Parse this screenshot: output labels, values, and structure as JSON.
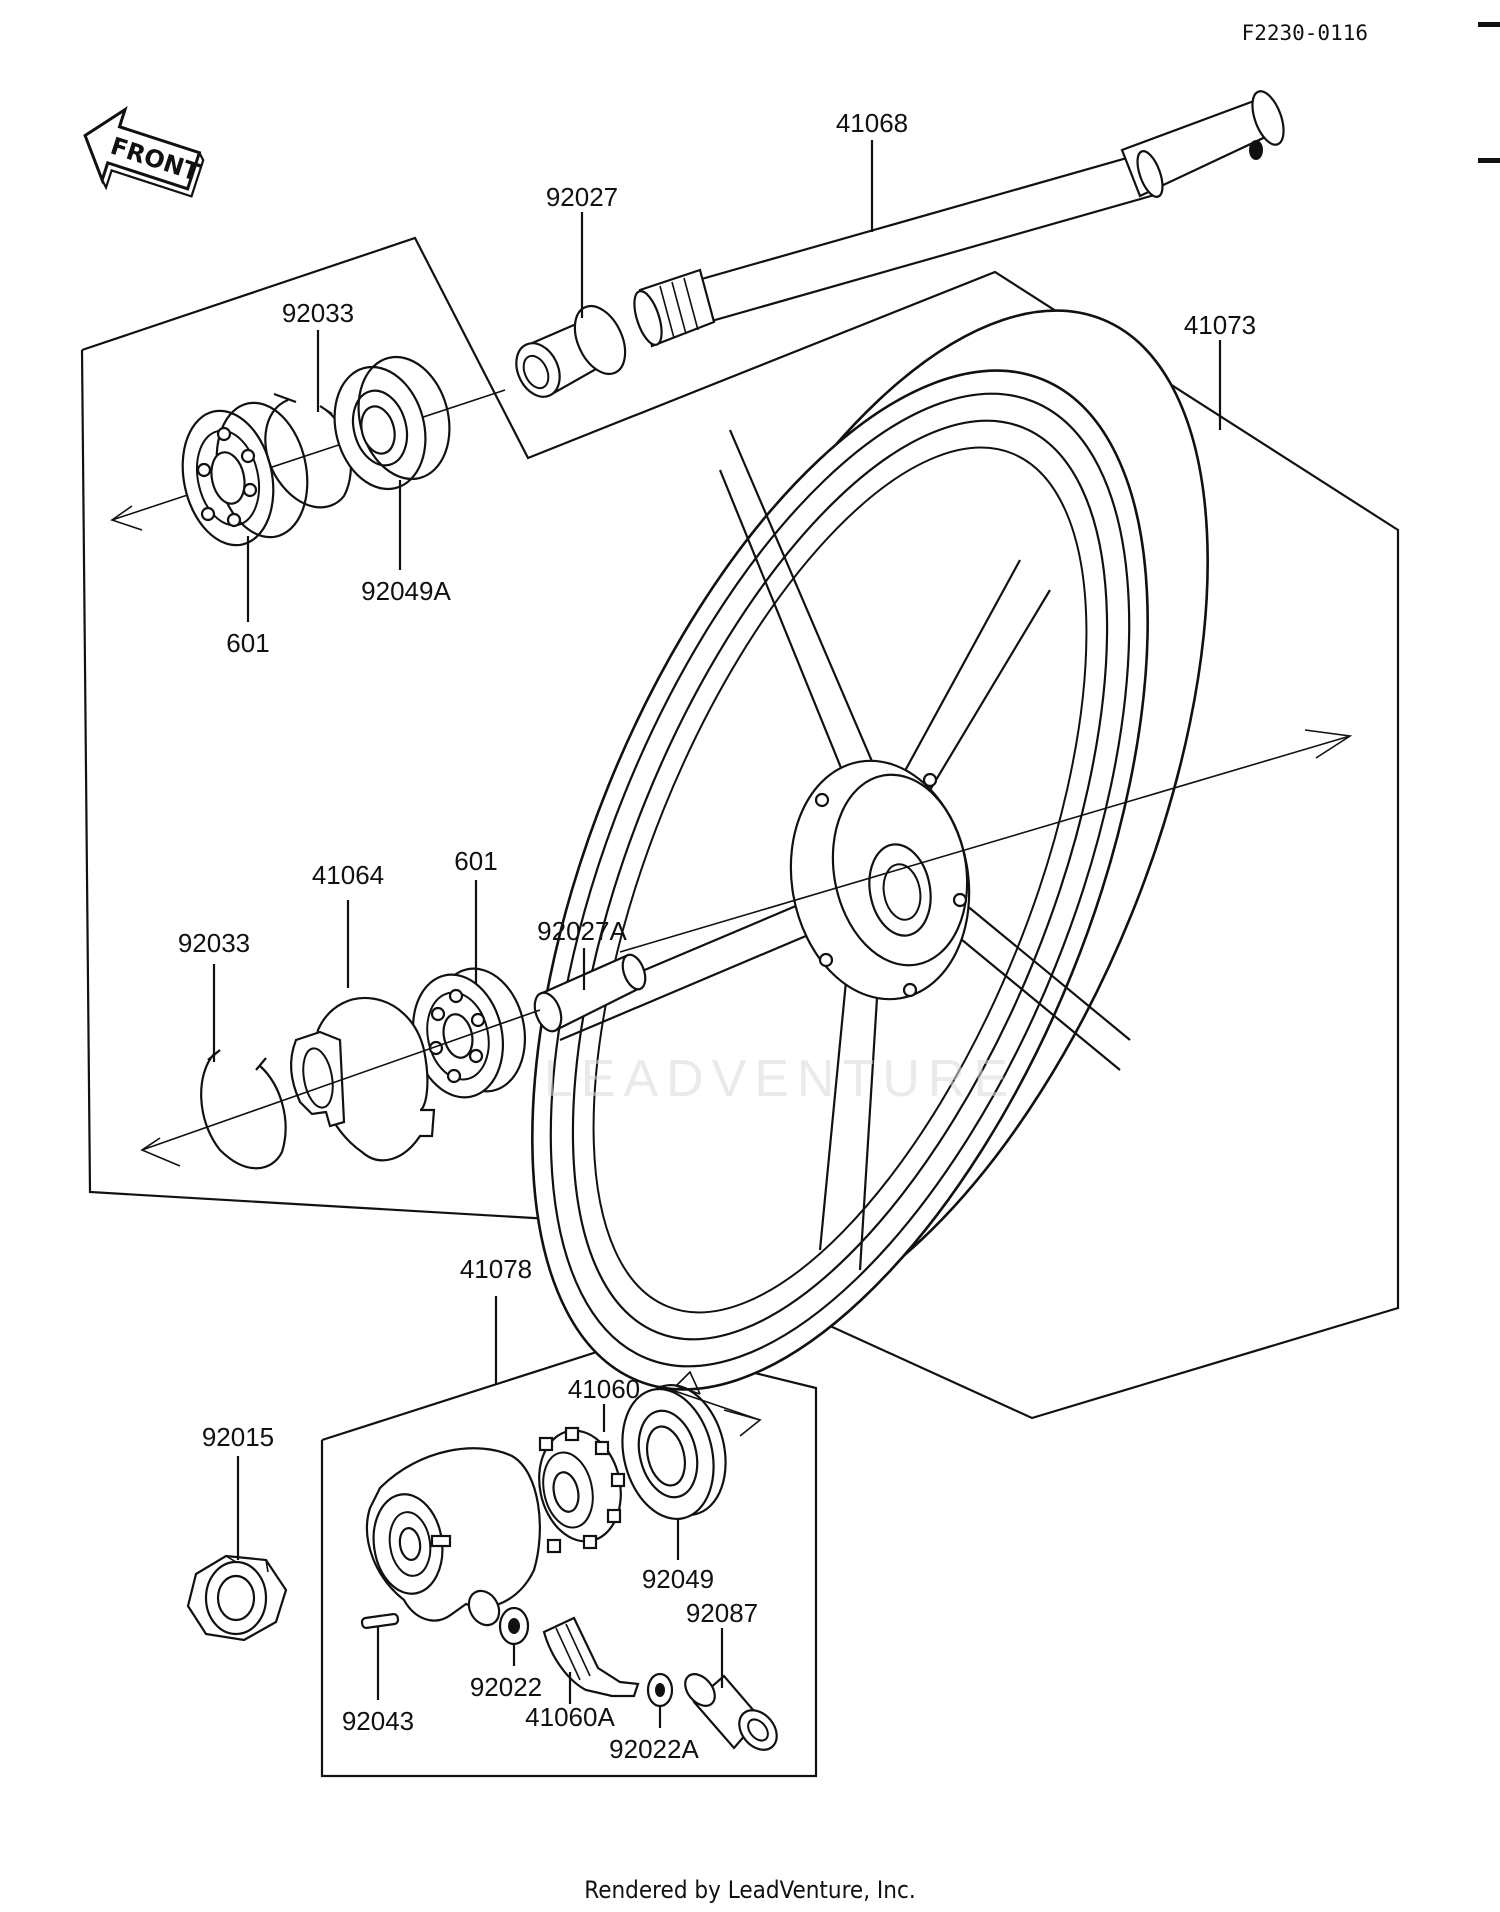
{
  "diagram_code": "F2230-0116",
  "footer": "Rendered by LeadVenture, Inc.",
  "watermark": "LEADVENTURE",
  "front_label": "FRONT",
  "parts": {
    "axle": "41068",
    "collar_left": "92027",
    "wheel": "41073",
    "circlip_top": "92033",
    "oil_seal_left": "92049A",
    "bearing_top": "601",
    "plate": "41064",
    "bearing_mid": "601",
    "collar_mid": "92027A",
    "circlip_mid": "92033",
    "speedo_gear_assy": "41078",
    "gear": "41060",
    "axle_nut": "92015",
    "oil_seal_right": "92049",
    "bushing": "92087",
    "pin": "92043",
    "washer": "92022",
    "pinion": "41060A",
    "washer_a": "92022A"
  }
}
